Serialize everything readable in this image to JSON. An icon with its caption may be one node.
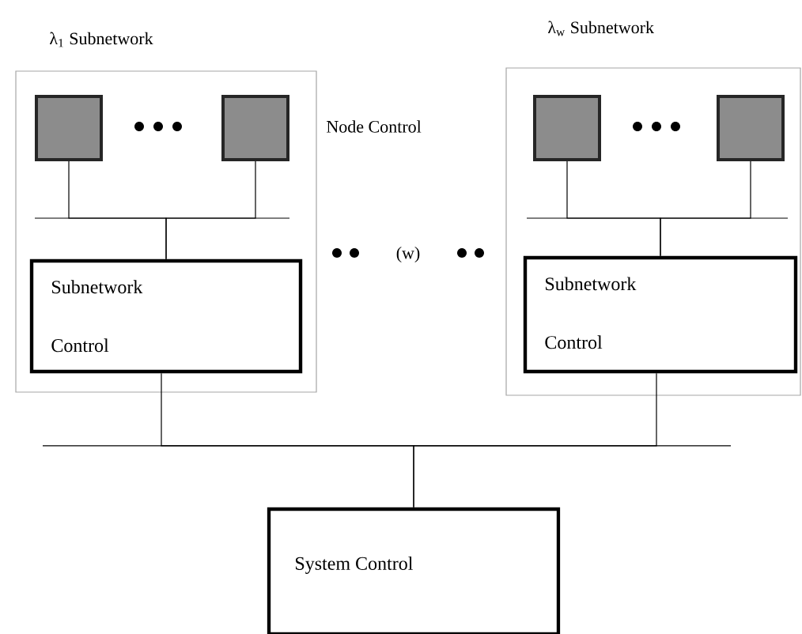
{
  "diagram": {
    "nodes": [
      {
        "text": [
          "λ$_{1}$ Subnetwork"
        ]
      },
      {
        "text": [],
        "shape": "box",
        "in": 0
      },
      {
        "text": [],
        "shape": "box",
        "in": 0
      },
      {
        "text": [
          "Subnetwork Control"
        ],
        "in": 0
      },
      {
        "text": [
          "λ$_{w}$ Subnetwork"
        ]
      },
      {
        "text": [],
        "shape": "box",
        "in": 4
      },
      {
        "text": [],
        "shape": "box",
        "in": 4
      },
      {
        "text": [
          "Subnetwork Control"
        ],
        "in": 4
      },
      {
        "text": [
          "System Control"
        ]
      }
    ],
    "edges": [
      {
        "from": 1,
        "to": 3,
        "arrow": "none"
      },
      {
        "from": 2,
        "to": 3,
        "arrow": "none"
      },
      {
        "from": 5,
        "to": 7,
        "arrow": "none"
      },
      {
        "from": 6,
        "to": 7,
        "arrow": "none"
      },
      {
        "from": 3,
        "to": 8,
        "arrow": "none"
      },
      {
        "from": 7,
        "to": 8,
        "arrow": "none"
      }
    ],
    "labels": [
      "Node Control",
      "(w)"
    ]
  }
}
